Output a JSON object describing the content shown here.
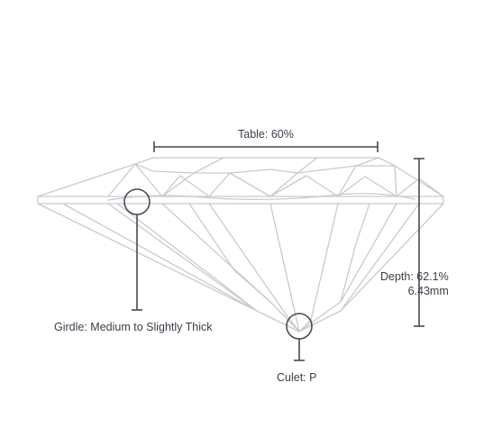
{
  "diagram": {
    "title": "",
    "colors": {
      "facet_line": "#c8cacd",
      "measure_line": "#454b54",
      "label_text": "#3a3f47",
      "background": "#ffffff"
    },
    "labels": {
      "table": "Table: 60%",
      "girdle": "Girdle: Medium to Slightly Thick",
      "culet": "Culet: P",
      "depth_percent": "Depth: 62.1%",
      "depth_mm": "6.43mm"
    },
    "measurements": {
      "table_percent": 60,
      "depth_percent": 62.1,
      "depth_mm": 6.43,
      "girdle": "Medium to Slightly Thick",
      "culet": "P"
    }
  }
}
